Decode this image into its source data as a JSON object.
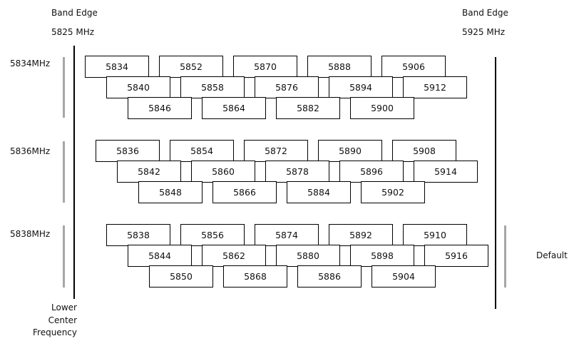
{
  "band_edge_left": {
    "title": "Band Edge",
    "freq": "5825 MHz"
  },
  "band_edge_right": {
    "title": "Band Edge",
    "freq": "5925 MHz"
  },
  "groups": [
    {
      "label": "5834MHz",
      "rows": [
        [
          "5834",
          "5852",
          "5870",
          "5888",
          "5906"
        ],
        [
          "5840",
          "5858",
          "5876",
          "5894",
          "5912"
        ],
        [
          "5846",
          "5864",
          "5882",
          "5900"
        ]
      ]
    },
    {
      "label": "5836MHz",
      "rows": [
        [
          "5836",
          "5854",
          "5872",
          "5890",
          "5908"
        ],
        [
          "5842",
          "5860",
          "5878",
          "5896",
          "5914"
        ],
        [
          "5848",
          "5866",
          "5884",
          "5902"
        ]
      ]
    },
    {
      "label": "5838MHz",
      "rows": [
        [
          "5838",
          "5856",
          "5874",
          "5892",
          "5910"
        ],
        [
          "5844",
          "5862",
          "5880",
          "5898",
          "5916"
        ],
        [
          "5850",
          "5868",
          "5886",
          "5904"
        ]
      ]
    }
  ],
  "lower_label": {
    "line1": "Lower",
    "line2": "Center",
    "line3": "Frequency"
  },
  "default_label": "Default"
}
